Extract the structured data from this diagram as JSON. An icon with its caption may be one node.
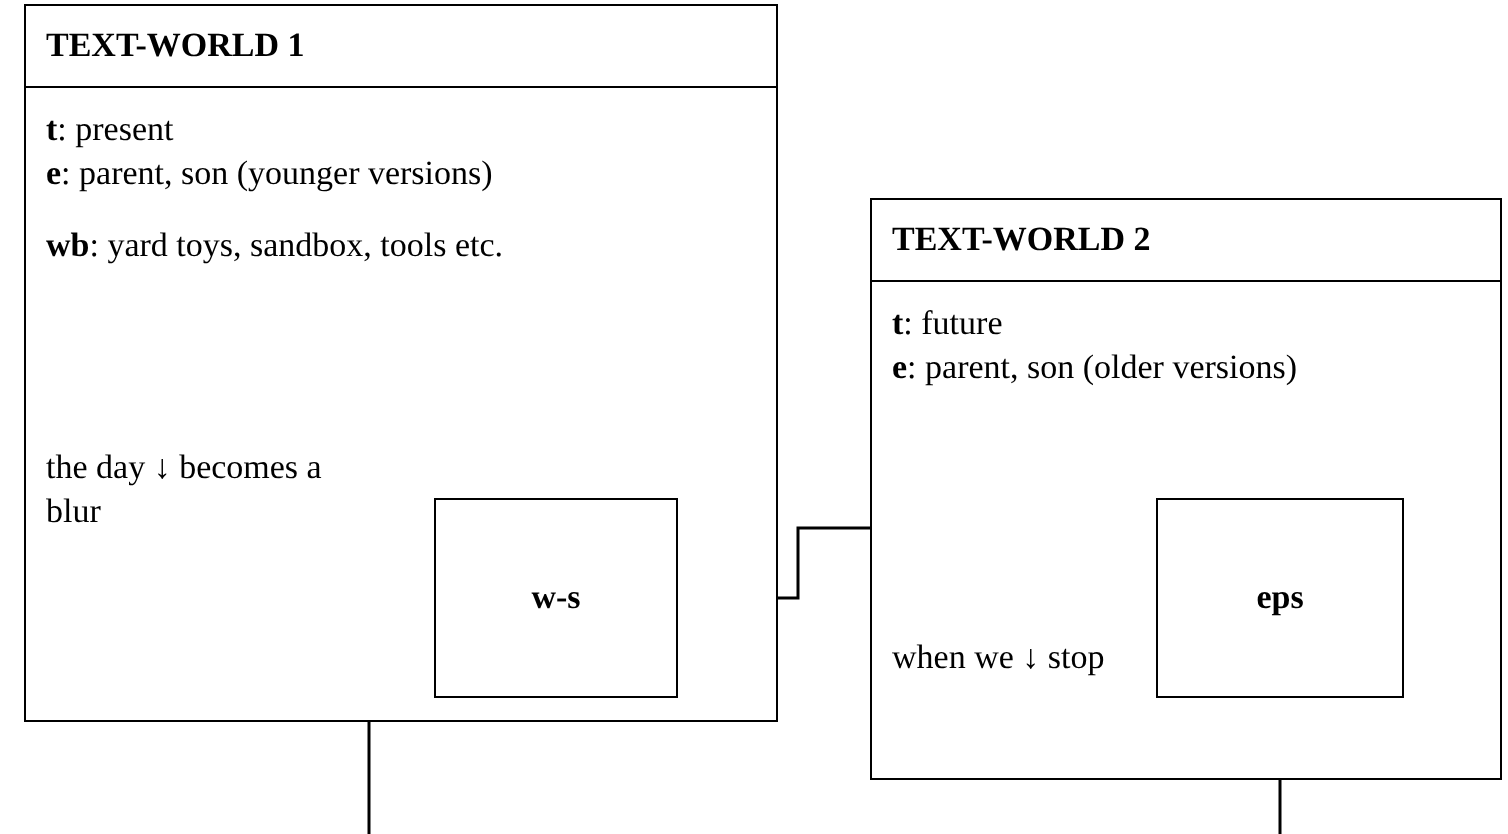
{
  "diagram": {
    "nodes": [
      {
        "text": [
          "TEXT-WORLD 1",
          "**t**: present",
          "**e**: parent, son (younger versions)",
          "**wb**: yard toys, sandbox, tools etc.",
          "the day ↓ becomes a blur"
        ]
      },
      {
        "text": [
          "w-s"
        ],
        "in": 0
      },
      {
        "text": [
          "TEXT-WORLD 2",
          "**t**: future",
          "**e**: parent, son (older versions)",
          "when we ↓ stop"
        ]
      },
      {
        "text": [
          "eps"
        ],
        "in": 2
      }
    ],
    "edges": [
      {
        "from": 1,
        "to": 2,
        "arrow": "none"
      },
      {
        "from": 0,
        "to": null,
        "arrow": "none"
      },
      {
        "from": 3,
        "to": null,
        "arrow": "none"
      }
    ]
  }
}
